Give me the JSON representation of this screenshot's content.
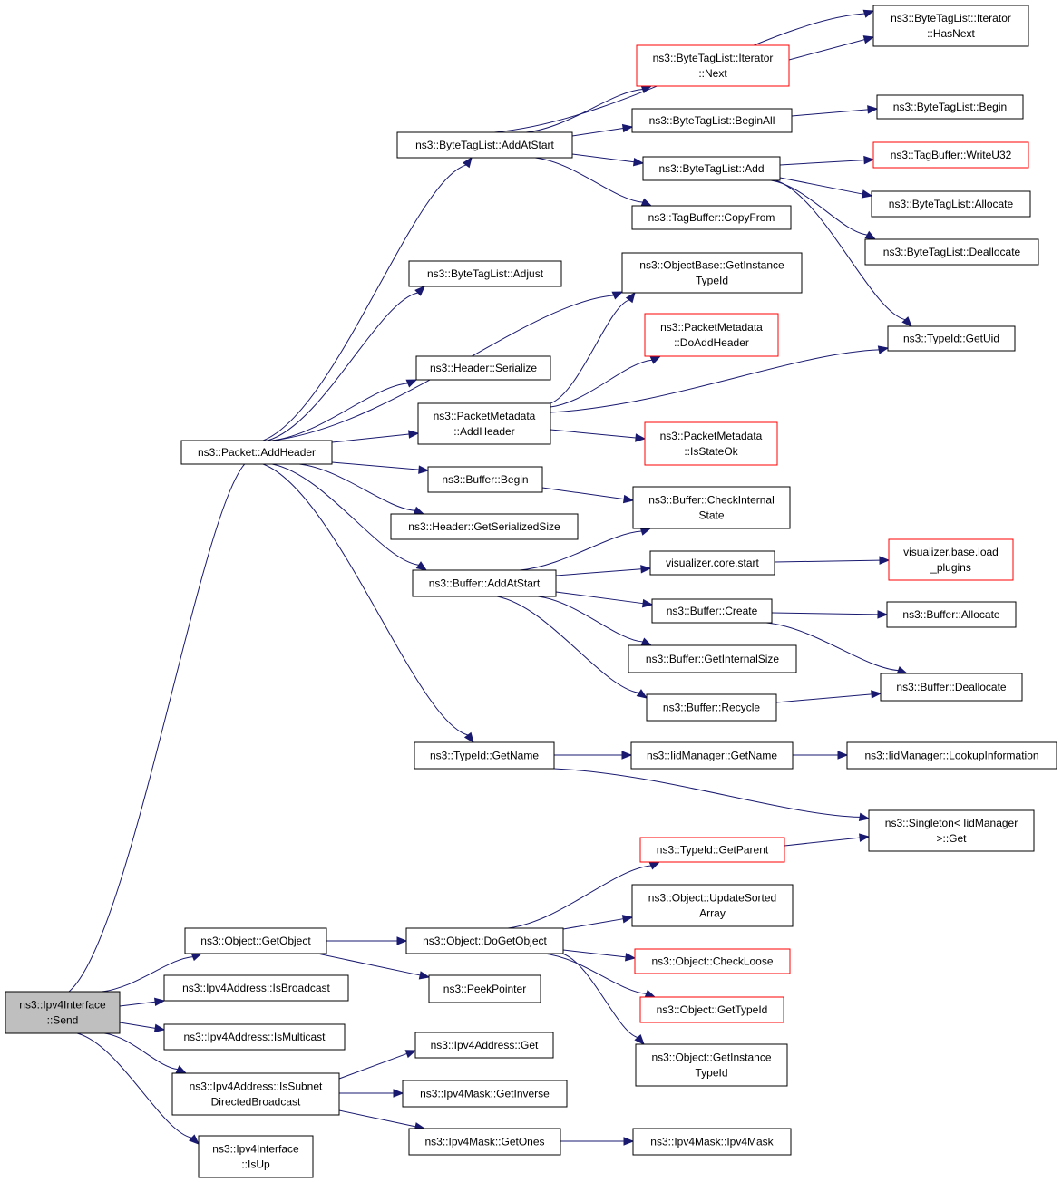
{
  "nodes": [
    {
      "id": "n0",
      "name": "ns3-ipv4interface-send",
      "lines": [
        "ns3::Ipv4Interface",
        "::Send"
      ],
      "kind": "root"
    },
    {
      "id": "n1",
      "name": "ns3-packet-addheader",
      "lines": [
        "ns3::Packet::AddHeader"
      ]
    },
    {
      "id": "n2",
      "name": "ns3-bytetaglist-addatstart",
      "lines": [
        "ns3::ByteTagList::AddAtStart"
      ]
    },
    {
      "id": "n3",
      "name": "ns3-bytetaglist-iterator-hasnext",
      "lines": [
        "ns3::ByteTagList::Iterator",
        "::HasNext"
      ]
    },
    {
      "id": "n4",
      "name": "ns3-bytetaglist-iterator-next",
      "lines": [
        "ns3::ByteTagList::Iterator",
        "::Next"
      ],
      "kind": "red"
    },
    {
      "id": "n5",
      "name": "ns3-bytetaglist-beginall",
      "lines": [
        "ns3::ByteTagList::BeginAll"
      ]
    },
    {
      "id": "n6",
      "name": "ns3-bytetaglist-begin",
      "lines": [
        "ns3::ByteTagList::Begin"
      ]
    },
    {
      "id": "n7",
      "name": "ns3-bytetaglist-add",
      "lines": [
        "ns3::ByteTagList::Add"
      ]
    },
    {
      "id": "n8",
      "name": "ns3-tagbuffer-writeu32",
      "lines": [
        "ns3::TagBuffer::WriteU32"
      ],
      "kind": "red"
    },
    {
      "id": "n9",
      "name": "ns3-bytetaglist-allocate",
      "lines": [
        "ns3::ByteTagList::Allocate"
      ]
    },
    {
      "id": "n10",
      "name": "ns3-bytetaglist-deallocate",
      "lines": [
        "ns3::ByteTagList::Deallocate"
      ]
    },
    {
      "id": "n11",
      "name": "ns3-tagbuffer-copyfrom",
      "lines": [
        "ns3::TagBuffer::CopyFrom"
      ]
    },
    {
      "id": "n12",
      "name": "ns3-bytetaglist-adjust",
      "lines": [
        "ns3::ByteTagList::Adjust"
      ]
    },
    {
      "id": "n13",
      "name": "ns3-objectbase-getinstancetypeid",
      "lines": [
        "ns3::ObjectBase::GetInstance",
        "TypeId"
      ]
    },
    {
      "id": "n14",
      "name": "ns3-packetmetadata-doaddheader",
      "lines": [
        "ns3::PacketMetadata",
        "::DoAddHeader"
      ],
      "kind": "red"
    },
    {
      "id": "n15",
      "name": "ns3-typeid-getuid",
      "lines": [
        "ns3::TypeId::GetUid"
      ]
    },
    {
      "id": "n16",
      "name": "ns3-header-serialize",
      "lines": [
        "ns3::Header::Serialize"
      ]
    },
    {
      "id": "n17",
      "name": "ns3-packetmetadata-addheader",
      "lines": [
        "ns3::PacketMetadata",
        "::AddHeader"
      ]
    },
    {
      "id": "n18",
      "name": "ns3-packetmetadata-isstateok",
      "lines": [
        "ns3::PacketMetadata",
        "::IsStateOk"
      ],
      "kind": "red"
    },
    {
      "id": "n19",
      "name": "ns3-buffer-begin",
      "lines": [
        "ns3::Buffer::Begin"
      ]
    },
    {
      "id": "n20",
      "name": "ns3-buffer-checkinternalstate",
      "lines": [
        "ns3::Buffer::CheckInternal",
        "State"
      ]
    },
    {
      "id": "n21",
      "name": "ns3-header-getserializedsize",
      "lines": [
        "ns3::Header::GetSerializedSize"
      ]
    },
    {
      "id": "n22",
      "name": "ns3-buffer-addatstart",
      "lines": [
        "ns3::Buffer::AddAtStart"
      ]
    },
    {
      "id": "n23",
      "name": "visualizer-core-start",
      "lines": [
        "visualizer.core.start"
      ]
    },
    {
      "id": "n24",
      "name": "visualizer-base-load-plugins",
      "lines": [
        "visualizer.base.load",
        "_plugins"
      ],
      "kind": "red"
    },
    {
      "id": "n25",
      "name": "ns3-buffer-create",
      "lines": [
        "ns3::Buffer::Create"
      ]
    },
    {
      "id": "n26",
      "name": "ns3-buffer-allocate",
      "lines": [
        "ns3::Buffer::Allocate"
      ]
    },
    {
      "id": "n27",
      "name": "ns3-buffer-getinternalsize",
      "lines": [
        "ns3::Buffer::GetInternalSize"
      ]
    },
    {
      "id": "n28",
      "name": "ns3-buffer-deallocate",
      "lines": [
        "ns3::Buffer::Deallocate"
      ]
    },
    {
      "id": "n29",
      "name": "ns3-buffer-recycle",
      "lines": [
        "ns3::Buffer::Recycle"
      ]
    },
    {
      "id": "n30",
      "name": "ns3-typeid-getname",
      "lines": [
        "ns3::TypeId::GetName"
      ]
    },
    {
      "id": "n31",
      "name": "ns3-iidmanager-getname",
      "lines": [
        "ns3::IidManager::GetName"
      ]
    },
    {
      "id": "n32",
      "name": "ns3-iidmanager-lookupinformation",
      "lines": [
        "ns3::IidManager::LookupInformation"
      ]
    },
    {
      "id": "n33",
      "name": "ns3-singleton-iidmanager-get",
      "lines": [
        "ns3::Singleton< IidManager",
        ">::Get"
      ]
    },
    {
      "id": "n34",
      "name": "ns3-typeid-getparent",
      "lines": [
        "ns3::TypeId::GetParent"
      ],
      "kind": "red"
    },
    {
      "id": "n35",
      "name": "ns3-object-updatesortedarray",
      "lines": [
        "ns3::Object::UpdateSorted",
        "Array"
      ]
    },
    {
      "id": "n36",
      "name": "ns3-object-getobject",
      "lines": [
        "ns3::Object::GetObject"
      ]
    },
    {
      "id": "n37",
      "name": "ns3-object-dogetobject",
      "lines": [
        "ns3::Object::DoGetObject"
      ]
    },
    {
      "id": "n38",
      "name": "ns3-object-checkloose",
      "lines": [
        "ns3::Object::CheckLoose"
      ],
      "kind": "red"
    },
    {
      "id": "n39",
      "name": "ns3-ipv4address-isbroadcast",
      "lines": [
        "ns3::Ipv4Address::IsBroadcast"
      ]
    },
    {
      "id": "n40",
      "name": "ns3-peekpointer",
      "lines": [
        "ns3::PeekPointer"
      ]
    },
    {
      "id": "n41",
      "name": "ns3-object-gettypeid",
      "lines": [
        "ns3::Object::GetTypeId"
      ],
      "kind": "red"
    },
    {
      "id": "n42",
      "name": "ns3-ipv4address-ismulticast",
      "lines": [
        "ns3::Ipv4Address::IsMulticast"
      ]
    },
    {
      "id": "n43",
      "name": "ns3-object-getinstancetypeid",
      "lines": [
        "ns3::Object::GetInstance",
        "TypeId"
      ]
    },
    {
      "id": "n44",
      "name": "ns3-ipv4address-get",
      "lines": [
        "ns3::Ipv4Address::Get"
      ]
    },
    {
      "id": "n45",
      "name": "ns3-ipv4address-issubnetdirectedbroadcast",
      "lines": [
        "ns3::Ipv4Address::IsSubnet",
        "DirectedBroadcast"
      ]
    },
    {
      "id": "n46",
      "name": "ns3-ipv4mask-getinverse",
      "lines": [
        "ns3::Ipv4Mask::GetInverse"
      ]
    },
    {
      "id": "n47",
      "name": "ns3-ipv4mask-getones",
      "lines": [
        "ns3::Ipv4Mask::GetOnes"
      ]
    },
    {
      "id": "n48",
      "name": "ns3-ipv4mask-ipv4mask",
      "lines": [
        "ns3::Ipv4Mask::Ipv4Mask"
      ]
    },
    {
      "id": "n49",
      "name": "ns3-ipv4interface-isup",
      "lines": [
        "ns3::Ipv4Interface",
        "::IsUp"
      ]
    }
  ],
  "edges": [
    [
      "n0",
      "n1"
    ],
    [
      "n0",
      "n36"
    ],
    [
      "n0",
      "n39"
    ],
    [
      "n0",
      "n42"
    ],
    [
      "n0",
      "n45"
    ],
    [
      "n0",
      "n49"
    ],
    [
      "n1",
      "n2"
    ],
    [
      "n1",
      "n12"
    ],
    [
      "n1",
      "n13"
    ],
    [
      "n1",
      "n16"
    ],
    [
      "n1",
      "n17"
    ],
    [
      "n1",
      "n19"
    ],
    [
      "n1",
      "n21"
    ],
    [
      "n1",
      "n22"
    ],
    [
      "n1",
      "n30"
    ],
    [
      "n2",
      "n3"
    ],
    [
      "n2",
      "n4"
    ],
    [
      "n2",
      "n5"
    ],
    [
      "n2",
      "n7"
    ],
    [
      "n2",
      "n11"
    ],
    [
      "n4",
      "n3"
    ],
    [
      "n5",
      "n6"
    ],
    [
      "n7",
      "n8"
    ],
    [
      "n7",
      "n9"
    ],
    [
      "n7",
      "n10"
    ],
    [
      "n7",
      "n15"
    ],
    [
      "n17",
      "n13"
    ],
    [
      "n17",
      "n14"
    ],
    [
      "n17",
      "n15"
    ],
    [
      "n17",
      "n18"
    ],
    [
      "n19",
      "n20"
    ],
    [
      "n22",
      "n20"
    ],
    [
      "n22",
      "n23"
    ],
    [
      "n22",
      "n25"
    ],
    [
      "n22",
      "n27"
    ],
    [
      "n22",
      "n29"
    ],
    [
      "n23",
      "n24"
    ],
    [
      "n25",
      "n26"
    ],
    [
      "n25",
      "n28"
    ],
    [
      "n29",
      "n28"
    ],
    [
      "n30",
      "n31"
    ],
    [
      "n30",
      "n33"
    ],
    [
      "n31",
      "n32"
    ],
    [
      "n34",
      "n33"
    ],
    [
      "n36",
      "n37"
    ],
    [
      "n36",
      "n40"
    ],
    [
      "n37",
      "n34"
    ],
    [
      "n37",
      "n35"
    ],
    [
      "n37",
      "n38"
    ],
    [
      "n37",
      "n41"
    ],
    [
      "n37",
      "n43"
    ],
    [
      "n45",
      "n44"
    ],
    [
      "n45",
      "n46"
    ],
    [
      "n45",
      "n47"
    ],
    [
      "n47",
      "n48"
    ]
  ]
}
